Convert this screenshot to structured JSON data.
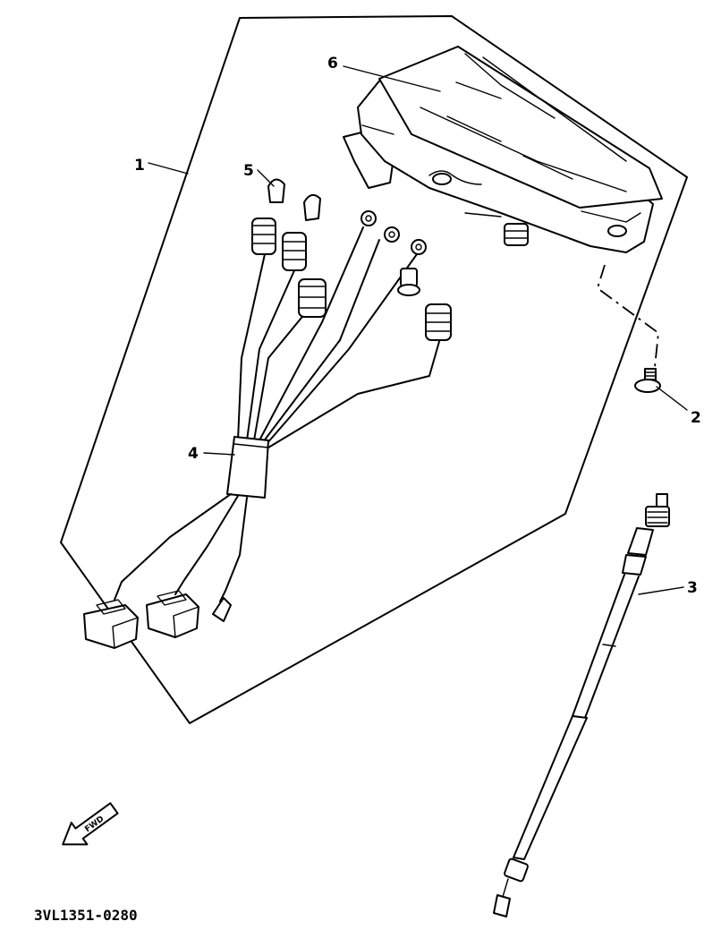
{
  "callouts": {
    "c1": "1",
    "c2": "2",
    "c3": "3",
    "c4": "4",
    "c5": "5",
    "c6": "6"
  },
  "diagram_code": "3VL1351-0280",
  "fwd_label": "FWD",
  "icons": {
    "direction": "fwd-arrow-icon"
  }
}
